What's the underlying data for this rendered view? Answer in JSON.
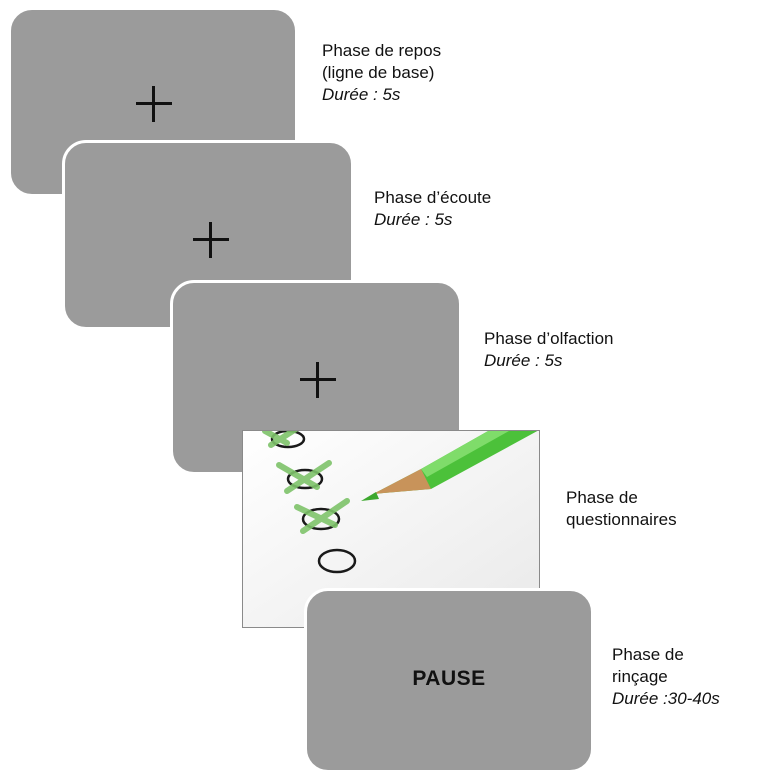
{
  "steps": [
    {
      "lines": [
        "Phase de repos",
        "(ligne de base)"
      ],
      "duration": "Durée : 5s",
      "screen": "fixation-cross"
    },
    {
      "lines": [
        "Phase d’écoute"
      ],
      "duration": "Durée : 5s",
      "screen": "fixation-cross"
    },
    {
      "lines": [
        "Phase d’olfaction"
      ],
      "duration": "Durée : 5s",
      "screen": "fixation-cross"
    },
    {
      "lines": [
        "Phase de",
        "questionnaires"
      ],
      "screen": "questionnaire-image"
    },
    {
      "lines": [
        "Phase de",
        "rinçage"
      ],
      "duration": "Durée :30-40s",
      "screen": "pause",
      "screen_text": "PAUSE"
    }
  ],
  "colors": {
    "screen": "#9b9b9b",
    "pencil": "#4cc13a",
    "check": "#7ec36a"
  }
}
